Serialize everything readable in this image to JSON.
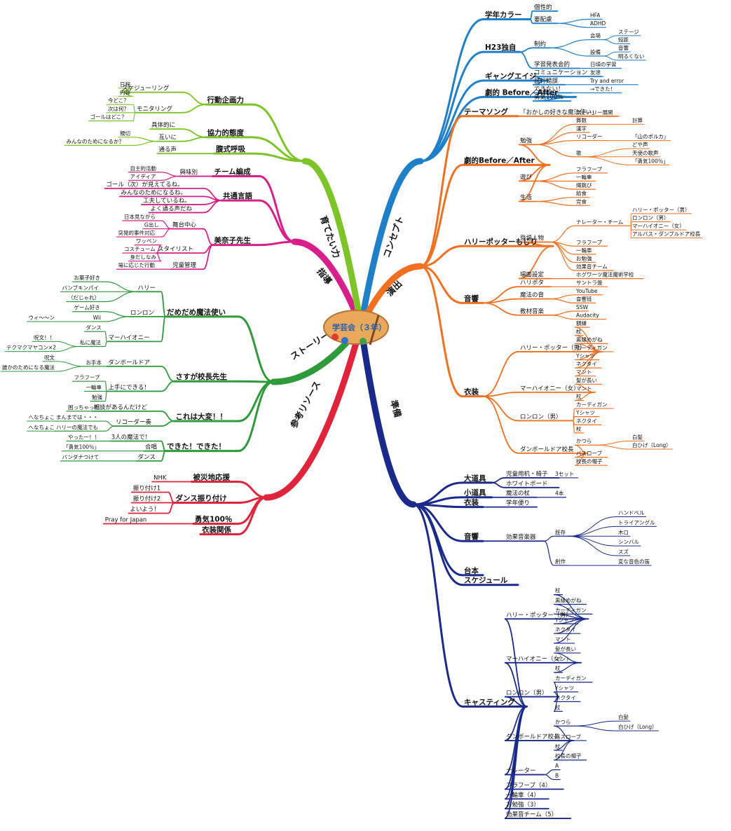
{
  "center": {
    "title": "学芸会（３年）"
  },
  "colors": {
    "concept": "#1f7fc8",
    "performance": "#f07020",
    "prep": "#1a2a8a",
    "story": "#2f9a3a",
    "reference": "#e0243c",
    "guidance": "#d81e8a",
    "nurture": "#7cc428"
  },
  "branches": [
    {
      "key": "concept",
      "label": "コンセプト",
      "children": [
        {
          "label": "学年カラー",
          "children": [
            {
              "label": "個性的"
            },
            {
              "label": "要配慮",
              "children": [
                {
                  "label": "HFA"
                },
                {
                  "label": "ADHD"
                }
              ]
            }
          ]
        },
        {
          "label": "H23独自",
          "children": [
            {
              "label": "制約",
              "children": [
                {
                  "label": "会場",
                  "children": [
                    {
                      "label": "ステージ"
                    },
                    {
                      "label": "短距"
                    }
                  ]
                },
                {
                  "label": "設備",
                  "children": [
                    {
                      "label": "音響"
                    },
                    {
                      "label": "明るくない"
                    }
                  ]
                }
              ]
            },
            {
              "label": "学習発表会的",
              "children": [
                {
                  "label": "日頃の学習"
                }
              ]
            }
          ]
        },
        {
          "label": "ギャングエイジ",
          "children": [
            {
              "label": "コミュニケーション",
              "children": [
                {
                  "label": "友達"
                }
              ]
            },
            {
              "label": "試行錯誤",
              "children": [
                {
                  "label": "Try and error"
                }
              ]
            }
          ]
        },
        {
          "label": "劇的 Before／After",
          "children": [
            {
              "label": "できない！",
              "children": [
                {
                  "label": "→できた！"
                }
              ]
            },
            {
              "label": "勇気100％"
            }
          ]
        }
      ]
    },
    {
      "key": "performance",
      "label": "演出",
      "children": [
        {
          "label": "テーマソング",
          "children": [
            {
              "label": "「おかしの好きな魔法使い」",
              "children": [
                {
                  "label": "ストーリー展開"
                }
              ]
            }
          ]
        },
        {
          "label": "劇的Before／After",
          "children": [
            {
              "label": "勉強",
              "children": [
                {
                  "label": "算数",
                  "children": [
                    {
                      "label": "計算"
                    }
                  ]
                },
                {
                  "label": "漢字"
                },
                {
                  "label": "リコーダー",
                  "children": [
                    {
                      "label": "「山のポルカ」"
                    }
                  ]
                },
                {
                  "label": "歌",
                  "children": [
                    {
                      "label": "どや声"
                    },
                    {
                      "label": "天使の歌声"
                    },
                    {
                      "label": "「勇気100％」"
                    }
                  ]
                }
              ]
            },
            {
              "label": "遊び",
              "children": [
                {
                  "label": "フラフープ"
                },
                {
                  "label": "一輪車"
                },
                {
                  "label": "縄跳び"
                }
              ]
            },
            {
              "label": "生活",
              "children": [
                {
                  "label": "給食"
                },
                {
                  "label": "完食"
                }
              ]
            }
          ]
        },
        {
          "label": "ハリーポッターもじり",
          "children": [
            {
              "label": "登場人物",
              "children": [
                {
                  "label": "ナレーター・チーム",
                  "children": [
                    {
                      "label": "ハリー・ポッター（男）"
                    },
                    {
                      "label": "ロンロン（男）"
                    },
                    {
                      "label": "マーハイオニー（女）"
                    },
                    {
                      "label": "アルバス・ダンブルドア校長"
                    }
                  ]
                },
                {
                  "label": "フラフープ"
                },
                {
                  "label": "一輪車"
                },
                {
                  "label": "お勉強"
                },
                {
                  "label": "効果音チーム"
                }
              ]
            },
            {
              "label": "場面設定",
              "children": [
                {
                  "label": "ホグワーツ魔法魔術学校"
                }
              ]
            }
          ]
        },
        {
          "label": "音響",
          "children": [
            {
              "label": "ハリポタ",
              "children": [
                {
                  "label": "サントラ盤"
                }
              ]
            },
            {
              "label": "魔法の音",
              "children": [
                {
                  "label": "YouTube"
                },
                {
                  "label": "音響班"
                }
              ]
            },
            {
              "label": "教材音楽",
              "children": [
                {
                  "label": "SSW"
                },
                {
                  "label": "Audacity"
                }
              ]
            }
          ]
        },
        {
          "label": "衣装",
          "children": [
            {
              "label": "ハリー・ポッター（男）",
              "children": [
                {
                  "label": "額縁"
                },
                {
                  "label": "杖"
                },
                {
                  "label": "黒縁めがね"
                },
                {
                  "label": "カーディガン"
                },
                {
                  "label": "Yシャツ"
                },
                {
                  "label": "ネクタイ"
                },
                {
                  "label": "マント"
                }
              ]
            },
            {
              "label": "マーハイオニー（女）",
              "children": [
                {
                  "label": "髪が長い"
                },
                {
                  "label": "マント"
                },
                {
                  "label": "杖"
                }
              ]
            },
            {
              "label": "ロンロン（男）",
              "children": [
                {
                  "label": "カーディガン"
                },
                {
                  "label": "Yシャツ"
                },
                {
                  "label": "ネクタイ"
                },
                {
                  "label": "杖"
                }
              ]
            },
            {
              "label": "ダンボールドア校長",
              "children": [
                {
                  "label": "かつら",
                  "children": [
                    {
                      "label": "白髪"
                    },
                    {
                      "label": "白ひげ（Long）"
                    }
                  ]
                },
                {
                  "label": "バスローブ"
                },
                {
                  "label": "校長の帽子"
                }
              ]
            }
          ]
        }
      ]
    },
    {
      "key": "prep",
      "label": "準備",
      "children": [
        {
          "label": "大道具",
          "children": [
            {
              "label": "児童用机・椅子",
              "children": [
                {
                  "label": "3セット"
                }
              ]
            },
            {
              "label": "ホワイトボード"
            }
          ]
        },
        {
          "label": "小道具",
          "children": [
            {
              "label": "魔法の杖",
              "children": [
                {
                  "label": "4本"
                }
              ]
            }
          ]
        },
        {
          "label": "衣装",
          "children": [
            {
              "label": "学年便り"
            }
          ]
        },
        {
          "label": "音響",
          "children": [
            {
              "label": "効果音楽器",
              "children": [
                {
                  "label": "既存",
                  "children": [
                    {
                      "label": "ハンドベル"
                    },
                    {
                      "label": "トライアングル"
                    },
                    {
                      "label": "木ロ"
                    },
                    {
                      "label": "シンバル"
                    },
                    {
                      "label": "スズ"
                    }
                  ]
                },
                {
                  "label": "創作",
                  "children": [
                    {
                      "label": "変な音色の笛"
                    }
                  ]
                }
              ]
            }
          ]
        },
        {
          "label": "台本"
        },
        {
          "label": "スケジュール"
        },
        {
          "label": "キャスティング",
          "children": [
            {
              "label": "ハリー・ポッター（男）",
              "children": [
                {
                  "label": "杖"
                },
                {
                  "label": "黒縁めがね"
                },
                {
                  "label": "カーディガン"
                },
                {
                  "label": "Yシャツ"
                },
                {
                  "label": "ネクタイ"
                },
                {
                  "label": "マント"
                }
              ]
            },
            {
              "label": "マーハイオニー（女）",
              "children": [
                {
                  "label": "髪が長い"
                },
                {
                  "label": "マント"
                },
                {
                  "label": "杖"
                }
              ]
            },
            {
              "label": "ロンロン（男）",
              "children": [
                {
                  "label": "カーディガン"
                },
                {
                  "label": "Yシャツ"
                },
                {
                  "label": "ネクタイ"
                },
                {
                  "label": "杖"
                }
              ]
            },
            {
              "label": "ダンボールドア校長",
              "children": [
                {
                  "label": "かつら",
                  "children": [
                    {
                      "label": "白髪"
                    },
                    {
                      "label": "白ひげ（Long）"
                    }
                  ]
                },
                {
                  "label": "バスローブ"
                },
                {
                  "label": "杖"
                },
                {
                  "label": "校長の帽子"
                }
              ]
            },
            {
              "label": "ナレーター",
              "children": [
                {
                  "label": "A"
                },
                {
                  "label": "B"
                }
              ]
            },
            {
              "label": "フラフープ（4）"
            },
            {
              "label": "一輪車（4）"
            },
            {
              "label": "お勉強（3）"
            },
            {
              "label": "効果音チーム（5）"
            }
          ]
        }
      ]
    },
    {
      "key": "reference",
      "label": "参考リソース",
      "children": [
        {
          "label": "被災地応援",
          "children": [
            {
              "label": "NHK"
            }
          ]
        },
        {
          "label": "ダンス振り付け",
          "children": [
            {
              "label": "振り付け1"
            },
            {
              "label": "振り付け2"
            },
            {
              "label": "よいよう！"
            }
          ]
        },
        {
          "label": "勇気100％",
          "children": [
            {
              "label": "Pray for Japan"
            }
          ]
        },
        {
          "label": "衣装関係"
        }
      ]
    },
    {
      "key": "story",
      "label": "ストーリー",
      "children": [
        {
          "label": "だめだめ魔法使い",
          "children": [
            {
              "label": "ハリー",
              "children": [
                {
                  "label": "お菓子好き"
                },
                {
                  "label": "バンブキンパイ"
                },
                {
                  "label": "（だじゃれ）"
                }
              ]
            },
            {
              "label": "ロンロン",
              "children": [
                {
                  "label": "ゲーム好き"
                },
                {
                  "label": "Wii",
                  "children": [
                    {
                      "label": "ウィ〜〜ン"
                    }
                  ]
                }
              ]
            },
            {
              "label": "マーハイオニー",
              "children": [
                {
                  "label": "ダンス"
                },
                {
                  "label": "私に魔法",
                  "children": [
                    {
                      "label": "呪文！！"
                    },
                    {
                      "label": "テクマクマヤコン×2"
                    }
                  ]
                }
              ]
            }
          ]
        },
        {
          "label": "さすが校長先生",
          "children": [
            {
              "label": "ダンボールドア",
              "children": [
                {
                  "label": "お手本",
                  "children": [
                    {
                      "label": "呪文"
                    },
                    {
                      "label": "誰かのためになる魔法"
                    }
                  ]
                }
              ]
            },
            {
              "label": "上手にできる！",
              "children": [
                {
                  "label": "フラフープ"
                },
                {
                  "label": "一輪車"
                },
                {
                  "label": "勉強"
                }
              ]
            }
          ]
        },
        {
          "label": "これは大変！！",
          "children": [
            {
              "label": "相談があるんだけど",
              "children": [
                {
                  "label": "困っちゃった"
                }
              ]
            },
            {
              "label": "リコーダー奏",
              "children": [
                {
                  "label": "まんまでは・・・",
                  "children": [
                    {
                      "label": "へなちょこ"
                    }
                  ]
                },
                {
                  "label": "ハリーの魔法でも",
                  "children": [
                    {
                      "label": "へなちょこ"
                    }
                  ]
                }
              ]
            }
          ]
        },
        {
          "label": "できた！できた！",
          "children": [
            {
              "label": "3人の魔法で！",
              "children": [
                {
                  "label": "やったー！！"
                }
              ]
            },
            {
              "label": "合唱",
              "children": [
                {
                  "label": "「勇気100％」"
                }
              ]
            },
            {
              "label": "ダンス",
              "children": [
                {
                  "label": "バンダナつけて"
                }
              ]
            }
          ]
        }
      ]
    },
    {
      "key": "guidance",
      "label": "指導",
      "children": [
        {
          "label": "チーム編成",
          "children": [
            {
              "label": "興味別",
              "children": [
                {
                  "label": "自主的活動"
                },
                {
                  "label": "アイディア"
                }
              ]
            }
          ]
        },
        {
          "label": "共通言語",
          "children": [
            {
              "label": "ゴール（次）が見えてるね。"
            },
            {
              "label": "みんなのためになるね。"
            },
            {
              "label": "工夫しているね。"
            },
            {
              "label": "よく通る声だね"
            }
          ]
        },
        {
          "label": "美奈子先生",
          "children": [
            {
              "label": "舞台中心",
              "children": [
                {
                  "label": "日本見ながら"
                },
                {
                  "label": "G出し"
                },
                {
                  "label": "突発的事件対応"
                }
              ]
            },
            {
              "label": "スタイリスト",
              "children": [
                {
                  "label": "ワッペン"
                },
                {
                  "label": "コスチューム"
                },
                {
                  "label": "身だしなみ"
                }
              ]
            },
            {
              "label": "児童管理",
              "children": [
                {
                  "label": "場に応じた行動"
                }
              ]
            }
          ]
        }
      ]
    },
    {
      "key": "nurture",
      "label": "育てたい力",
      "children": [
        {
          "label": "行動企画力",
          "children": [
            {
              "label": "スケジューリング",
              "children": [
                {
                  "label": "日程"
                },
                {
                  "label": "内容"
                }
              ]
            },
            {
              "label": "モニタリング",
              "children": [
                {
                  "label": "今どこ？"
                },
                {
                  "label": "次は何？"
                },
                {
                  "label": "ゴールはどこ？"
                }
              ]
            }
          ]
        },
        {
          "label": "協力的態度",
          "children": [
            {
              "label": "具体的に"
            },
            {
              "label": "互いに",
              "children": [
                {
                  "label": "親切"
                },
                {
                  "label": "みんなのためになるか？"
                }
              ]
            }
          ]
        },
        {
          "label": "腹式呼吸",
          "children": [
            {
              "label": "通る声"
            }
          ]
        }
      ]
    }
  ]
}
